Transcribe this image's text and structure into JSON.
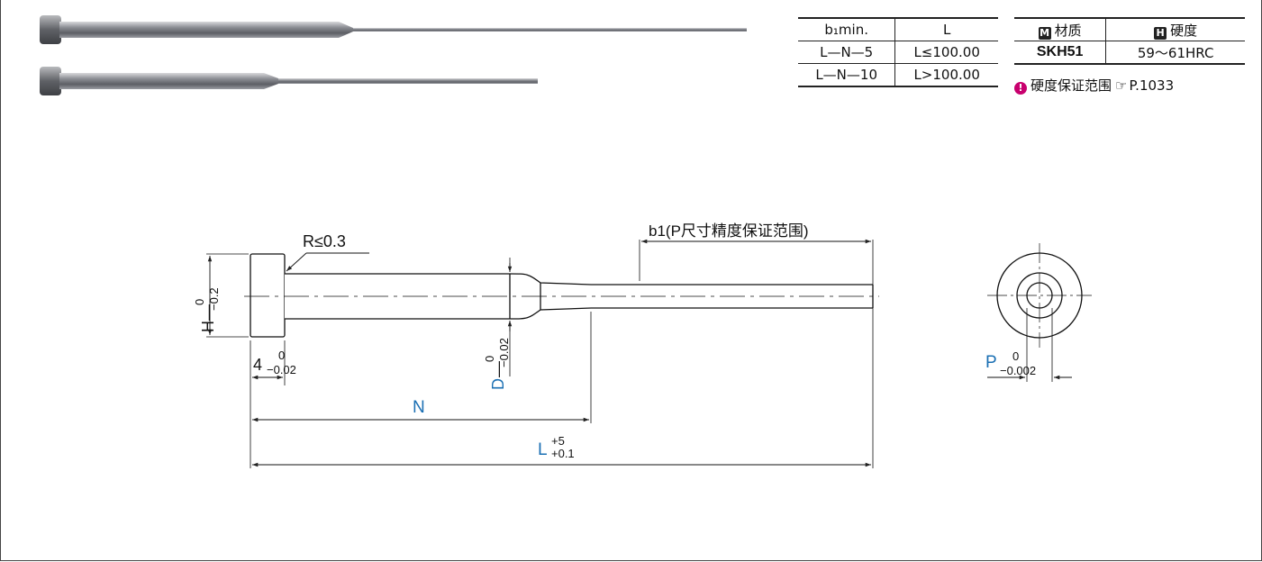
{
  "dimension_table": {
    "headers": [
      "b₁min.",
      "L"
    ],
    "rows": [
      [
        "L—N—5",
        "L≤100.00"
      ],
      [
        "L—N—10",
        "L>100.00"
      ]
    ]
  },
  "material_table": {
    "material_badge": "M",
    "material_header": "材质",
    "hardness_badge": "H",
    "hardness_header": "硬度",
    "material_value": "SKH51",
    "hardness_value": "59～61HRC"
  },
  "hardness_note": {
    "icon": "lightbulb-icon",
    "text": "硬度保证范围",
    "pointer_icon": "pointing-hand-icon",
    "page_ref": "P.1033"
  },
  "drawing": {
    "radius_label": "R≤0.3",
    "b1_label": "b1(P尺寸精度保证范围)",
    "head_height": {
      "symbol": "H",
      "upper_tol": "0",
      "lower_tol": "−0.2"
    },
    "head_thickness": {
      "value": "4",
      "upper_tol": "0",
      "lower_tol": "−0.02"
    },
    "shank_dia": {
      "symbol": "D",
      "upper_tol": "0",
      "lower_tol": "−0.02"
    },
    "n_label": "N",
    "length": {
      "symbol": "L",
      "upper_tol": "+5",
      "lower_tol": "+0.1"
    },
    "tip_dia": {
      "symbol": "P",
      "upper_tol": "0",
      "lower_tol": "−0.002"
    }
  },
  "colors": {
    "accent_blue": "#1a6fb3",
    "note_magenta": "#c8006e"
  }
}
